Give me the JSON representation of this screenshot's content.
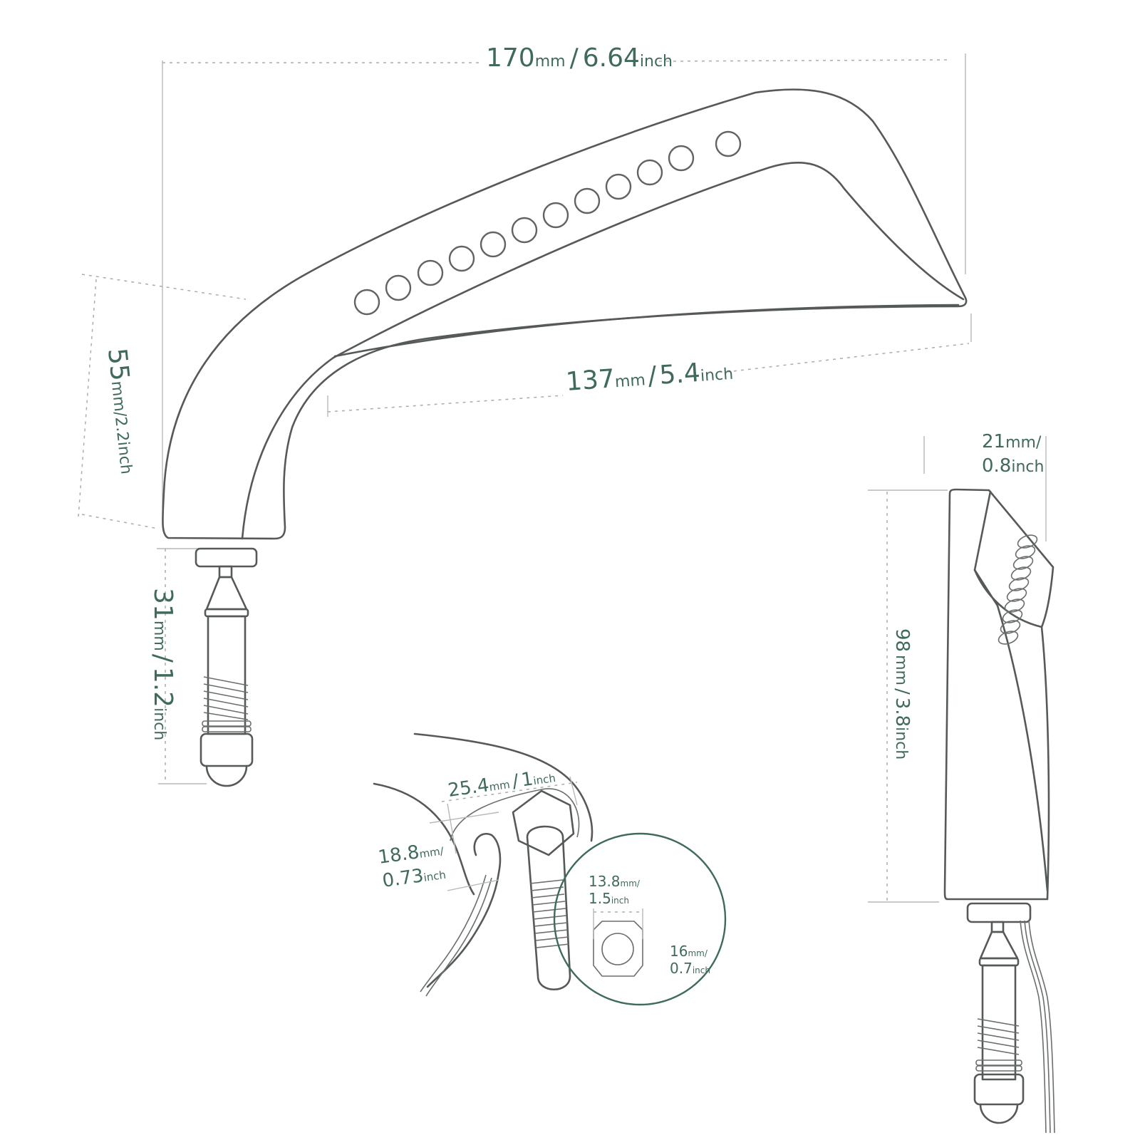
{
  "diagram": {
    "subject": "Motorcycle LED turn-signal mirror dimension drawing",
    "colors": {
      "label": "#3f6a5c",
      "outline": "#555a58",
      "dimension_line": "#a9adab",
      "background": "#ffffff"
    },
    "front_view": {
      "led_count": 11,
      "dimensions": {
        "total_width": {
          "value": "170",
          "unit": "mm",
          "sep": "/",
          "imperial": "6.64",
          "imperial_unit": "inch"
        },
        "arm_length": {
          "value": "137",
          "unit": "mm",
          "sep": "/",
          "imperial": "5.4",
          "imperial_unit": "inch"
        },
        "base_height": {
          "value": "55",
          "unit": "mm",
          "sep": "/",
          "imperial": "2.2",
          "imperial_unit": "inch"
        },
        "stem_length": {
          "value": "31",
          "unit": "mm",
          "sep": "/",
          "imperial": "1.2",
          "imperial_unit": "inch"
        }
      }
    },
    "side_view": {
      "dimensions": {
        "thickness": {
          "value": "21",
          "unit": "mm",
          "sep": "/",
          "imperial": "0.8",
          "imperial_unit": "inch"
        },
        "height": {
          "value": "98",
          "unit": "mm",
          "sep": "/",
          "imperial": "3.8",
          "imperial_unit": "inch"
        }
      }
    },
    "mount_detail": {
      "dimensions": {
        "clamp_width": {
          "value": "25.4",
          "unit": "mm",
          "sep": "/",
          "imperial": "1",
          "imperial_unit": "inch"
        },
        "clamp_depth": {
          "value": "18.8",
          "unit": "mm",
          "sep": "/",
          "imperial": "0.73",
          "imperial_unit": "inch"
        },
        "nut_width": {
          "value": "13.8",
          "unit": "mm",
          "sep": "/",
          "imperial": "1.5",
          "imperial_unit": "inch"
        },
        "nut_height": {
          "value": "16",
          "unit": "mm",
          "sep": "/",
          "imperial": "0.7",
          "imperial_unit": "inch"
        }
      }
    }
  }
}
